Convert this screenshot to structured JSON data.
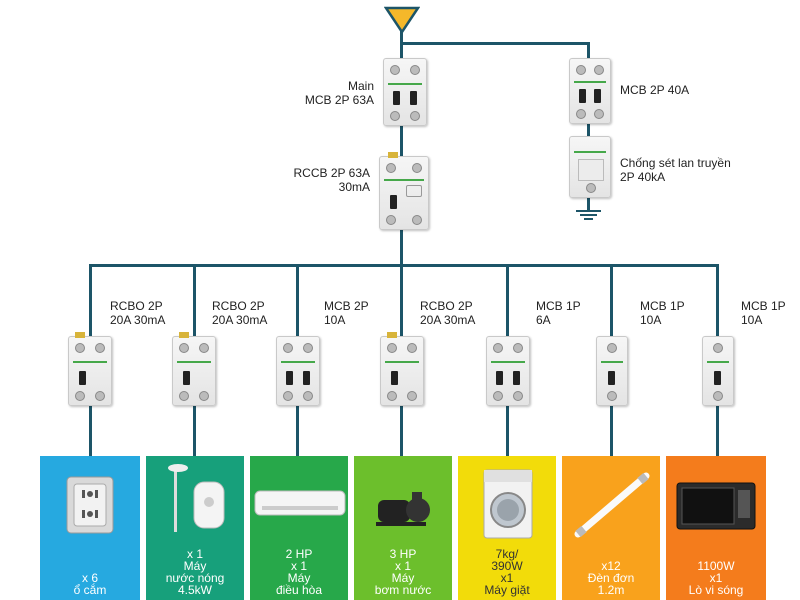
{
  "main_breaker": {
    "label": "Main\nMCB 2P 63A"
  },
  "rccb": {
    "label": "RCCB 2P 63A\n30mA"
  },
  "surge_mcb": {
    "label": "MCB 2P 40A"
  },
  "surge_protector": {
    "label": "Chống sét lan truyền\n2P 40kA"
  },
  "branches": [
    {
      "breaker": "RCBO 2P\n20A 30mA",
      "load": "x 6\nổ cắm",
      "color": "#26a9e0",
      "icon": "socket-icon"
    },
    {
      "breaker": "RCBO 2P\n20A 30mA",
      "load": "x 1\nMáy\nnước nóng\n4.5kW",
      "color": "#17a07b",
      "icon": "water-heater-icon"
    },
    {
      "breaker": "MCB 2P\n10A",
      "load": "2 HP\nx 1\nMáy\nđiều hòa",
      "color": "#27a84a",
      "icon": "air-conditioner-icon"
    },
    {
      "breaker": "RCBO 2P\n20A 30mA",
      "load": "3 HP\nx 1\nMáy\nbơm nước",
      "color": "#6cbf2c",
      "icon": "water-pump-icon"
    },
    {
      "breaker": "MCB 1P\n6A",
      "load": "7kg/\n390W\nx1\nMáy giặt",
      "color": "#f2dc0a",
      "icon": "washing-machine-icon"
    },
    {
      "breaker": "MCB 1P\n10A",
      "load": "x12\nĐèn đơn\n1.2m",
      "color": "#f9a21c",
      "icon": "fluorescent-lamp-icon"
    },
    {
      "breaker": "MCB 1P\n10A",
      "load": "1100W\nx1\nLò vi sóng",
      "color": "#f47c1c",
      "icon": "microwave-icon"
    }
  ],
  "colors": {
    "wire": "#1d5568",
    "source": "#f5b82a"
  }
}
